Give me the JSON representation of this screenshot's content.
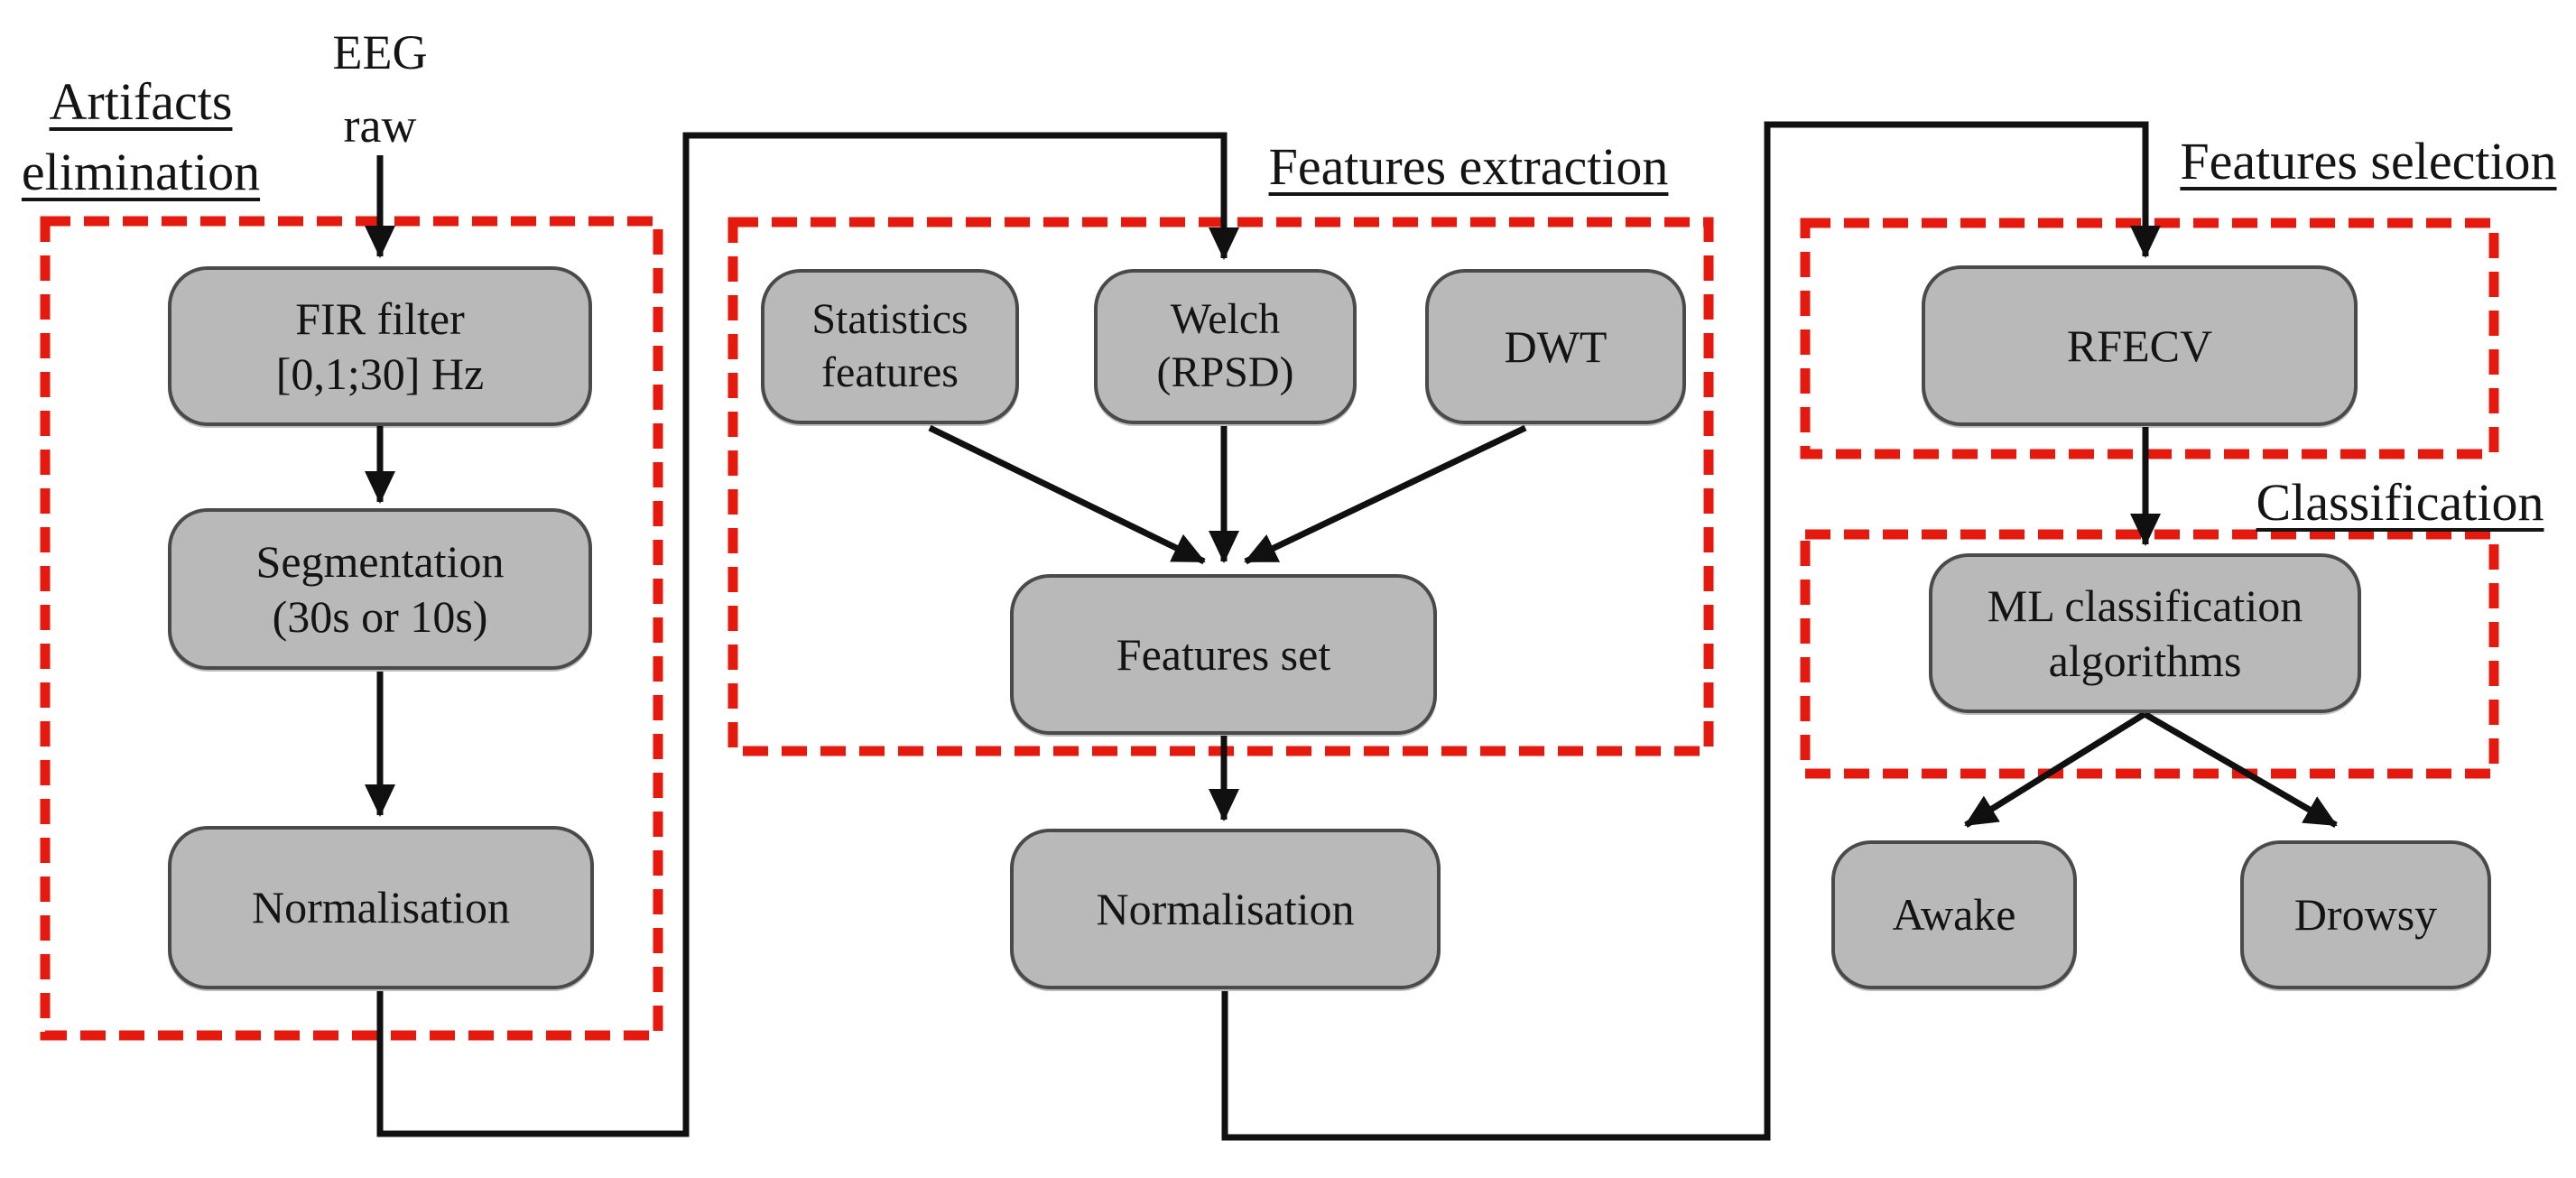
{
  "diagram_title_hint": "EEG drowsiness detection processing pipeline flowchart",
  "colors": {
    "background": "#ffffff",
    "node_fill": "#b9b9b9",
    "node_border": "#4a4a4a",
    "dashed_group_border": "#e6190f",
    "connector": "#101010",
    "text": "#141414"
  },
  "input_label": {
    "line1": "EEG",
    "line2": "raw"
  },
  "sections": [
    {
      "id": "artifacts-elimination",
      "title_line1": "Artifacts",
      "title_line2": "elimination"
    },
    {
      "id": "features-extraction",
      "title": "Features extraction"
    },
    {
      "id": "features-selection",
      "title": "Features selection"
    },
    {
      "id": "classification",
      "title": "Classification"
    }
  ],
  "nodes": {
    "fir": {
      "line1": "FIR filter",
      "line2": "[0,1;30] Hz"
    },
    "segmentation": {
      "line1": "Segmentation",
      "line2": "(30s or 10s)"
    },
    "normalisation1": {
      "line1": "Normalisation"
    },
    "statistics": {
      "line1": "Statistics",
      "line2": "features"
    },
    "welch": {
      "line1": "Welch",
      "line2": "(RPSD)"
    },
    "dwt": {
      "line1": "DWT"
    },
    "features_set": {
      "line1": "Features set"
    },
    "normalisation2": {
      "line1": "Normalisation"
    },
    "rfecv": {
      "line1": "RFECV"
    },
    "ml": {
      "line1": "ML classification",
      "line2": "algorithms"
    },
    "awake": {
      "line1": "Awake"
    },
    "drowsy": {
      "line1": "Drowsy"
    }
  }
}
